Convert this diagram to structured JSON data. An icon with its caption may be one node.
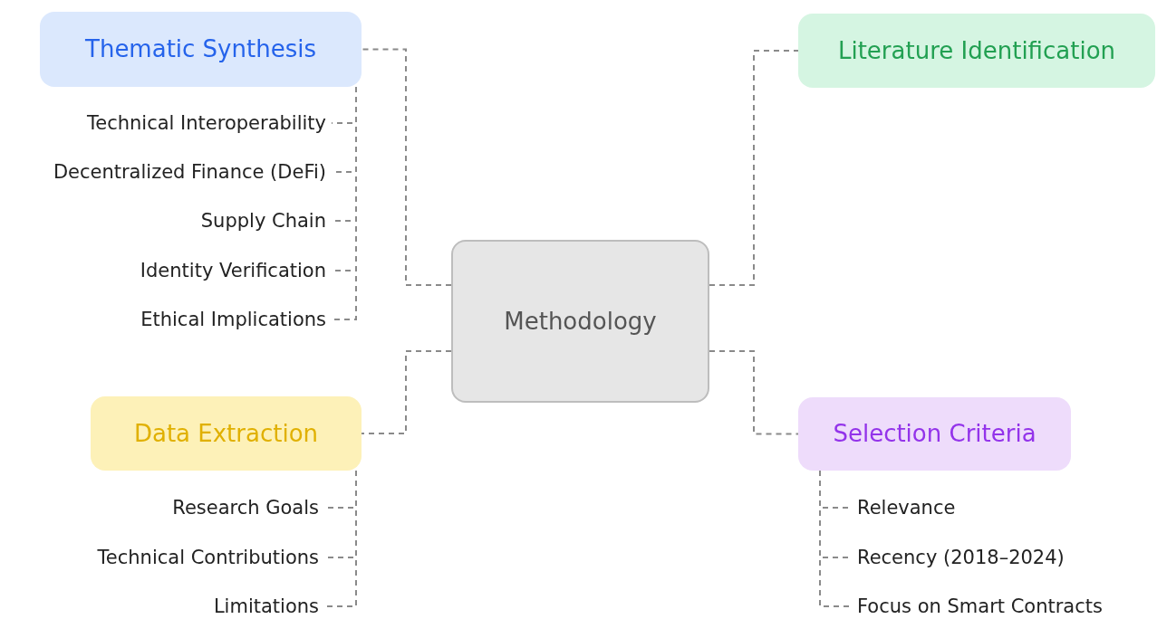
{
  "diagram": {
    "nodes": [
      {
        "text": [
          "Methodology"
        ]
      },
      {
        "text": [
          "Thematic Synthesis"
        ]
      },
      {
        "text": [
          "Technical Interoperability"
        ]
      },
      {
        "text": [
          "Decentralized Finance (DeFi)"
        ]
      },
      {
        "text": [
          "Supply Chain"
        ]
      },
      {
        "text": [
          "Identity Verification"
        ]
      },
      {
        "text": [
          "Ethical Implications"
        ]
      },
      {
        "text": [
          "Literature Identification"
        ]
      },
      {
        "text": [
          "Data Extraction"
        ]
      },
      {
        "text": [
          "Research Goals"
        ]
      },
      {
        "text": [
          "Technical Contributions"
        ]
      },
      {
        "text": [
          "Limitations"
        ]
      },
      {
        "text": [
          "Selection Criteria"
        ]
      },
      {
        "text": [
          "Relevance"
        ]
      },
      {
        "text": [
          "Recency (2018–2024)"
        ]
      },
      {
        "text": [
          "Focus on Smart Contracts"
        ]
      }
    ],
    "edges": [
      {
        "from": 0,
        "to": 1,
        "arrow": "none",
        "style": "dashed"
      },
      {
        "from": 0,
        "to": 7,
        "arrow": "none",
        "style": "dashed"
      },
      {
        "from": 0,
        "to": 8,
        "arrow": "none",
        "style": "dashed"
      },
      {
        "from": 0,
        "to": 12,
        "arrow": "none",
        "style": "dashed"
      },
      {
        "from": 1,
        "to": 2,
        "arrow": "none",
        "style": "dashed"
      },
      {
        "from": 1,
        "to": 3,
        "arrow": "none",
        "style": "dashed"
      },
      {
        "from": 1,
        "to": 4,
        "arrow": "none",
        "style": "dashed"
      },
      {
        "from": 1,
        "to": 5,
        "arrow": "none",
        "style": "dashed"
      },
      {
        "from": 1,
        "to": 6,
        "arrow": "none",
        "style": "dashed"
      },
      {
        "from": 8,
        "to": 9,
        "arrow": "none",
        "style": "dashed"
      },
      {
        "from": 8,
        "to": 10,
        "arrow": "none",
        "style": "dashed"
      },
      {
        "from": 8,
        "to": 11,
        "arrow": "none",
        "style": "dashed"
      },
      {
        "from": 12,
        "to": 13,
        "arrow": "none",
        "style": "dashed"
      },
      {
        "from": 12,
        "to": 14,
        "arrow": "none",
        "style": "dashed"
      },
      {
        "from": 12,
        "to": 15,
        "arrow": "none",
        "style": "dashed"
      }
    ]
  }
}
